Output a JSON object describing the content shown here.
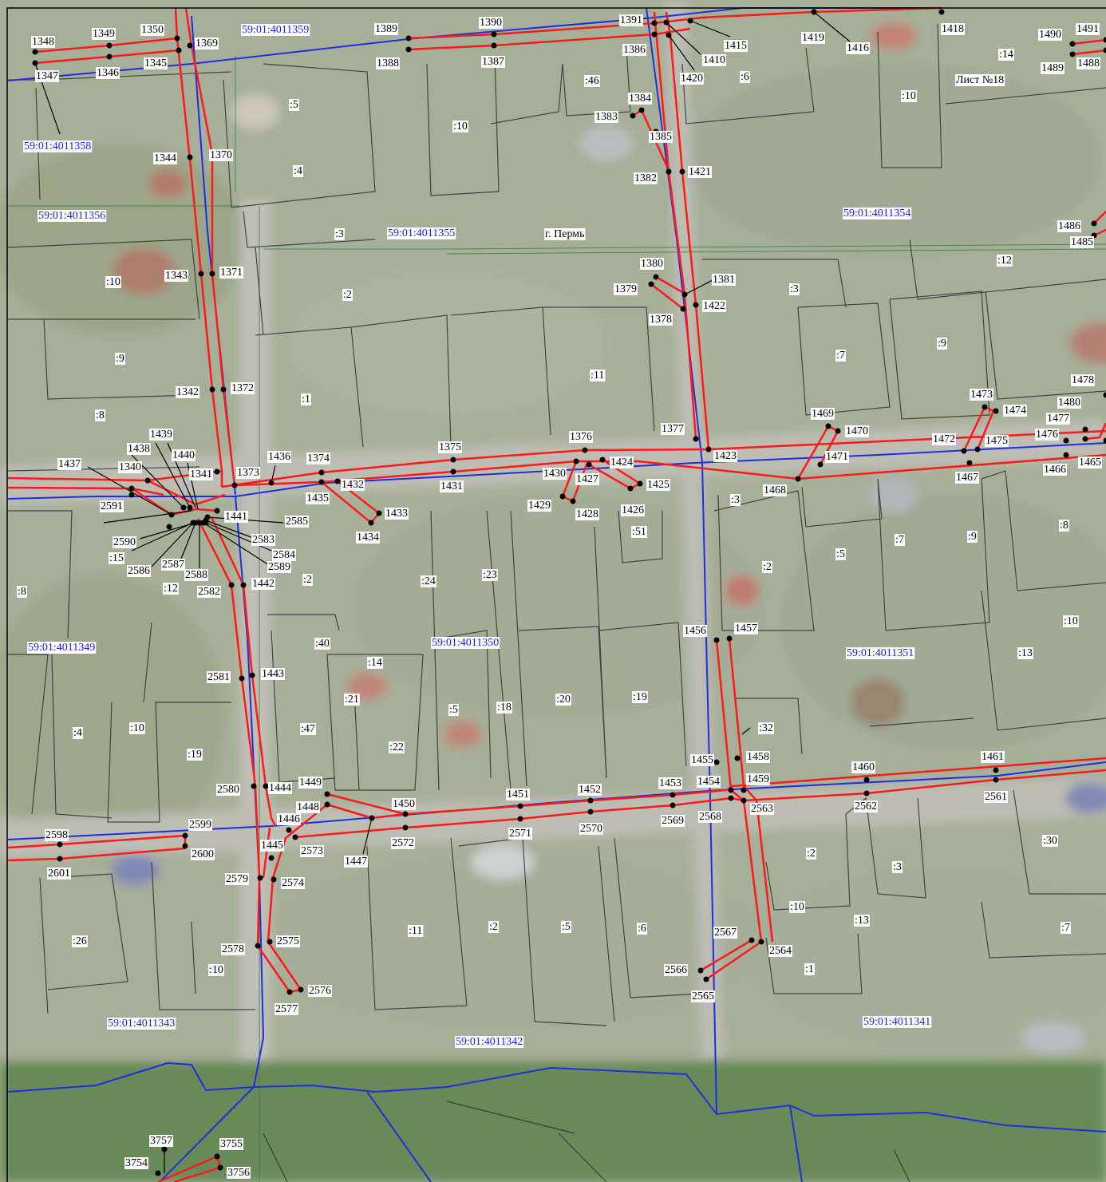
{
  "map": {
    "city_label": "г. Пермь",
    "sheet_label": "Лист №18",
    "colors": {
      "quarter_line": "#1f2fe0",
      "red_line": "#ff1a1a",
      "parcel_line": "#333333",
      "point": "#000000",
      "text_bg": "#ffffff",
      "quarter_text": "#1a1aff",
      "canopy": "#6a8052",
      "built": "#8a8a88",
      "road": "#b8b6ae",
      "forest": "#2f5e22"
    },
    "quarters": [
      "59:01:4011359",
      "59:01:4011358",
      "59:01:4011356",
      "59:01:4011355",
      "59:01:4011354",
      "59:01:4011349",
      "59:01:4011350",
      "59:01:4011351",
      "59:01:4011343",
      "59:01:4011342",
      "59:01:4011341"
    ],
    "parcels": [
      ":5",
      ":10",
      ":46",
      ":6",
      ":14",
      ":10",
      ":4",
      ":3",
      ":10",
      ":2",
      ":3",
      ":12",
      ":9",
      ":11",
      ":7",
      ":9",
      ":1",
      ":8",
      ":3",
      ":51",
      ":2",
      ":5",
      ":7",
      ":9",
      ":8",
      ":15",
      ":12",
      ":8",
      ":24",
      ":23",
      ":2",
      ":40",
      ":14",
      ":21",
      ":5",
      ":18",
      ":20",
      ":19",
      ":32",
      ":10",
      ":13",
      ":4",
      ":10",
      ":19",
      ":47",
      ":22",
      ":26",
      ":10",
      ":11",
      ":2",
      ":5",
      ":6",
      ":2",
      ":3",
      ":10",
      ":13",
      ":1",
      ":30",
      ":7"
    ],
    "point_numbers": [
      "1348",
      "1349",
      "1350",
      "1369",
      "1345",
      "1346",
      "1347",
      "1389",
      "1390",
      "1388",
      "1387",
      "1391",
      "1386",
      "1415",
      "1410",
      "1420",
      "1419",
      "1416",
      "1418",
      "1490",
      "1491",
      "1489",
      "1488",
      "1384",
      "1383",
      "1385",
      "1382",
      "1421",
      "1344",
      "1370",
      "1486",
      "1485",
      "1343",
      "1371",
      "1380",
      "1379",
      "1381",
      "1422",
      "1378",
      "1342",
      "1372",
      "1473",
      "1474",
      "1469",
      "1470",
      "1478",
      "1480",
      "1477",
      "1476",
      "1475",
      "1472",
      "1471",
      "1377",
      "1376",
      "1375",
      "1374",
      "1436",
      "1373",
      "1439",
      "1438",
      "1440",
      "1437",
      "1340",
      "1341",
      "1432",
      "1431",
      "1435",
      "1430",
      "1427",
      "1424",
      "1425",
      "1423",
      "1468",
      "1467",
      "1466",
      "1465",
      "2591",
      "1441",
      "1433",
      "1429",
      "1428",
      "1426",
      "1434",
      "2585",
      "2590",
      "2583",
      "2584",
      "2589",
      "2586",
      "2587",
      "2588",
      "2582",
      "1442",
      "1456",
      "1457",
      "2581",
      "1443",
      "1455",
      "1458",
      "1454",
      "1459",
      "1461",
      "1460",
      "2561",
      "2562",
      "2563",
      "2568",
      "2569",
      "1453",
      "1452",
      "1451",
      "1450",
      "1449",
      "1448",
      "1446",
      "1445",
      "1444",
      "2580",
      "2599",
      "2598",
      "2600",
      "2601",
      "2570",
      "2571",
      "2572",
      "2573",
      "1447",
      "2579",
      "2574",
      "2575",
      "2578",
      "2576",
      "2577",
      "2567",
      "2564",
      "2566",
      "2565",
      "3757",
      "3755",
      "3754",
      "3756"
    ]
  }
}
